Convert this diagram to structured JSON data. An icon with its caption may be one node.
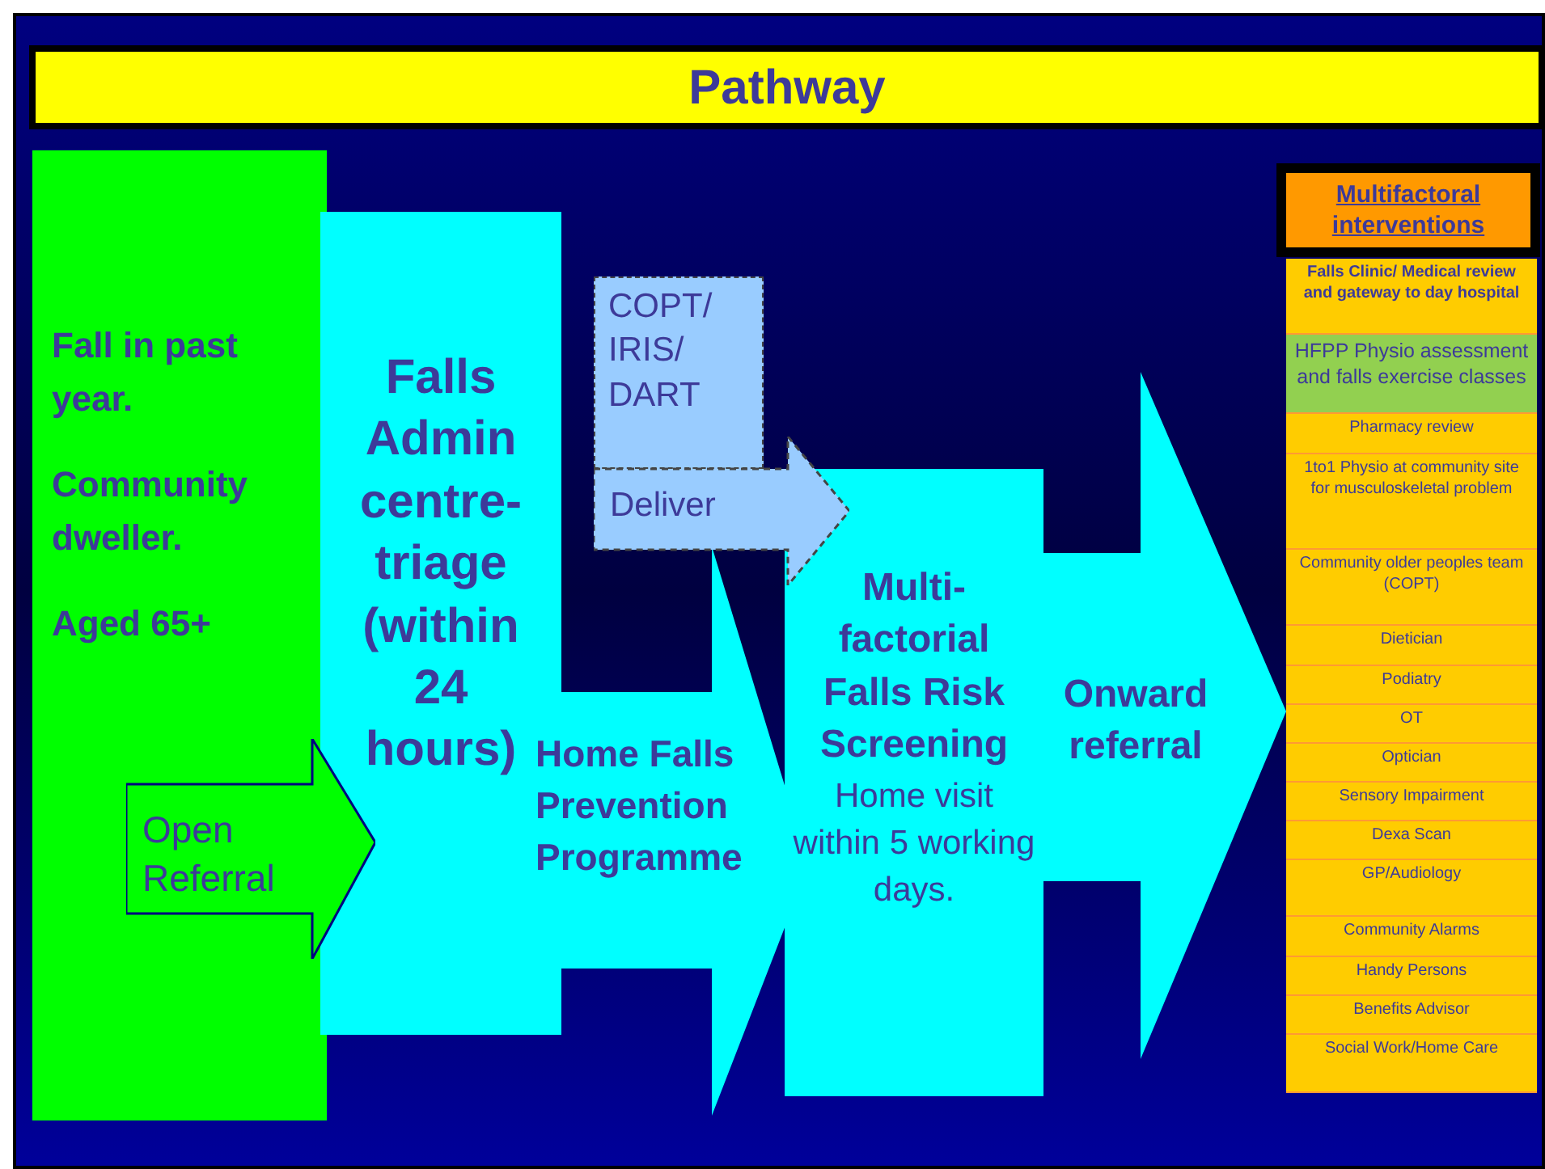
{
  "diagram": {
    "title": "Pathway",
    "nodes": [
      {
        "text": [
          "Fall in past year.",
          "Community dweller.",
          "Aged 65+"
        ]
      },
      {
        "text": [
          "Open Referral"
        ]
      },
      {
        "text": [
          "Falls Admin centre-triage (within 24 hours)"
        ]
      },
      {
        "text": [
          "Home Falls Prevention Programme"
        ]
      },
      {
        "text": [
          "COPT/ IRIS/ DART"
        ]
      },
      {
        "text": [
          "Deliver"
        ]
      },
      {
        "text": [
          "Multi-factorial Falls Risk Screening",
          "Home visit within 5 working days."
        ]
      },
      {
        "text": [
          "Onward referral"
        ]
      },
      {
        "text": [
          "Multifactoral interventions"
        ]
      },
      {
        "text": [
          "Falls Clinic/ Medical review and gateway to day hospital"
        ]
      },
      {
        "text": [
          "HFPP Physio assessment and falls exercise classes"
        ]
      },
      {
        "text": [
          "Pharmacy review"
        ]
      },
      {
        "text": [
          "1to1 Physio at community site for musculoskeletal problem"
        ]
      },
      {
        "text": [
          "Community older peoples team (COPT)"
        ]
      },
      {
        "text": [
          "Dietician"
        ]
      },
      {
        "text": [
          "Podiatry"
        ]
      },
      {
        "text": [
          "OT"
        ]
      },
      {
        "text": [
          "Optician"
        ]
      },
      {
        "text": [
          "Sensory Impairment"
        ]
      },
      {
        "text": [
          "Dexa Scan"
        ]
      },
      {
        "text": [
          "GP/Audiology"
        ]
      },
      {
        "text": [
          "Community Alarms"
        ]
      },
      {
        "text": [
          "Handy Persons"
        ]
      },
      {
        "text": [
          "Benefits Advisor"
        ]
      },
      {
        "text": [
          "Social Work/Home Care"
        ]
      }
    ]
  }
}
